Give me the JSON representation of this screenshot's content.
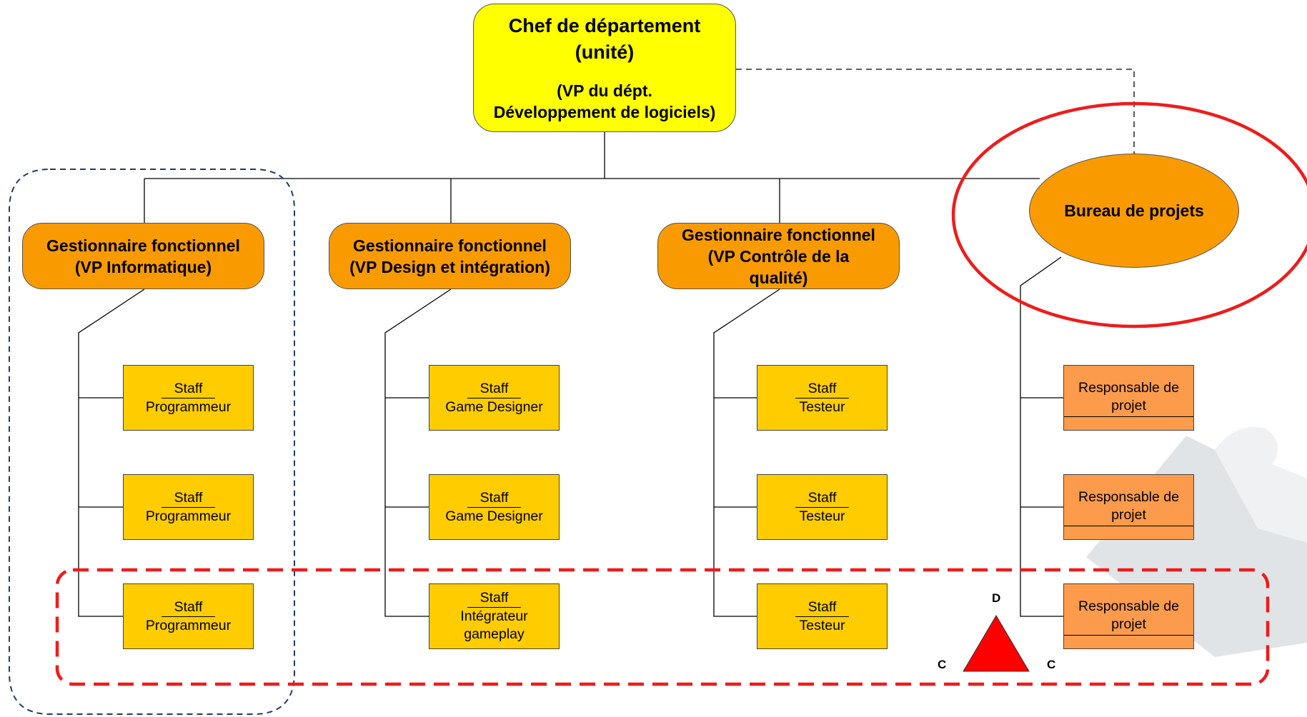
{
  "chief": {
    "line1": "Chef de département",
    "line2": "(unité)",
    "line3": "(VP du dépt.",
    "line4": "Développement de logiciels)"
  },
  "managers": [
    {
      "line1": "Gestionnaire fonctionnel",
      "line2": "(VP Informatique)",
      "line3": ""
    },
    {
      "line1": "Gestionnaire fonctionnel",
      "line2": "(VP Design et intégration)",
      "line3": ""
    },
    {
      "line1": "Gestionnaire fonctionnel",
      "line2": "(VP Contrôle de la",
      "line3": "qualité)"
    }
  ],
  "pmo": {
    "label": "Bureau de projets"
  },
  "staff_columns": [
    [
      {
        "title": "Staff",
        "role": "Programmeur"
      },
      {
        "title": "Staff",
        "role": "Programmeur"
      },
      {
        "title": "Staff",
        "role": "Programmeur"
      }
    ],
    [
      {
        "title": "Staff",
        "role": "Game Designer"
      },
      {
        "title": "Staff",
        "role": "Game Designer"
      },
      {
        "title": "Staff",
        "role": "Intégrateur gameplay"
      }
    ],
    [
      {
        "title": "Staff",
        "role": "Testeur"
      },
      {
        "title": "Staff",
        "role": "Testeur"
      },
      {
        "title": "Staff",
        "role": "Testeur"
      }
    ]
  ],
  "project_managers": [
    {
      "label": "Responsable de projet"
    },
    {
      "label": "Responsable de projet"
    },
    {
      "label": "Responsable de projet"
    }
  ],
  "triangle": {
    "top": "D",
    "left": "C",
    "right": "C"
  },
  "colors": {
    "chief": "#ffff00",
    "manager": "#f99b00",
    "staff": "#ffcc00",
    "project_manager": "#fb9b4b",
    "highlight_red": "#ee1c1c",
    "dashed_blue": "#1f3c6e",
    "triangle": "#ff0000"
  }
}
